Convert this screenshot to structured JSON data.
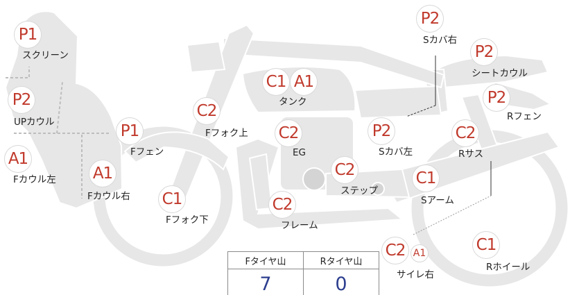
{
  "parts": [
    {
      "key": "screen",
      "label": "スクリーン",
      "grades": [
        "P1"
      ]
    },
    {
      "key": "upcowl",
      "label": "UPカウル",
      "grades": [
        "P2"
      ]
    },
    {
      "key": "fcowl-left",
      "label": "Fカウル左",
      "grades": [
        "A1"
      ]
    },
    {
      "key": "fcowl-right",
      "label": "Fカウル右",
      "grades": [
        "A1"
      ]
    },
    {
      "key": "ffender",
      "label": "Fフェン",
      "grades": [
        "P1"
      ]
    },
    {
      "key": "ffork-upper",
      "label": "Fフォク上",
      "grades": [
        "C2"
      ]
    },
    {
      "key": "ffork-lower",
      "label": "Fフォク下",
      "grades": [
        "C1"
      ]
    },
    {
      "key": "tank",
      "label": "タンク",
      "grades": [
        "C1",
        "A1"
      ]
    },
    {
      "key": "engine",
      "label": "EG",
      "grades": [
        "C2"
      ]
    },
    {
      "key": "frame",
      "label": "フレーム",
      "grades": [
        "C2"
      ]
    },
    {
      "key": "step",
      "label": "ステップ",
      "grades": [
        "C2"
      ]
    },
    {
      "key": "scover-right",
      "label": "Sカバ右",
      "grades": [
        "P2"
      ]
    },
    {
      "key": "seat-cowl",
      "label": "シートカウル",
      "grades": [
        "P2"
      ]
    },
    {
      "key": "rfender",
      "label": "Rフェン",
      "grades": [
        "P2"
      ]
    },
    {
      "key": "rsus",
      "label": "Rサス",
      "grades": [
        "C2"
      ]
    },
    {
      "key": "scover-left",
      "label": "Sカバ左",
      "grades": [
        "P2"
      ]
    },
    {
      "key": "swingarm",
      "label": "Sアーム",
      "grades": [
        "C1"
      ]
    },
    {
      "key": "silencer-right",
      "label": "サイレ右",
      "grades": [
        "C2",
        "A1"
      ]
    },
    {
      "key": "rwheel",
      "label": "Rホイール",
      "grades": [
        "C1"
      ]
    }
  ],
  "tread": {
    "front_label": "Fタイヤ山",
    "rear_label": "Rタイヤ山",
    "front_value": "7",
    "rear_value": "0"
  },
  "colors": {
    "part_fill": "#e6e7e6",
    "part_stroke": "#ffffff",
    "grade_text": "#c0392b",
    "tread_value": "#2c3e8f"
  }
}
